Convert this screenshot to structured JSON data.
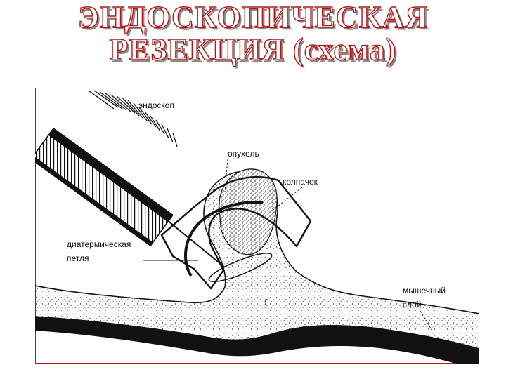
{
  "title": {
    "line1": "ЭНДОСКОПИЧЕСКАЯ",
    "line2": "РЕЗЕКЦИЯ (схема)"
  },
  "labels": {
    "endoscope": "эндоскоп",
    "tumor": "опухоль",
    "cap": "колпачек",
    "loop_line1": "диатермическая",
    "loop_line2": "петля",
    "muscle_line1": "мышечный",
    "muscle_line2": "слой",
    "marker": "I"
  },
  "colors": {
    "title_stroke": "#b01818",
    "frame_border": "#b01818",
    "ink": "#111111"
  }
}
